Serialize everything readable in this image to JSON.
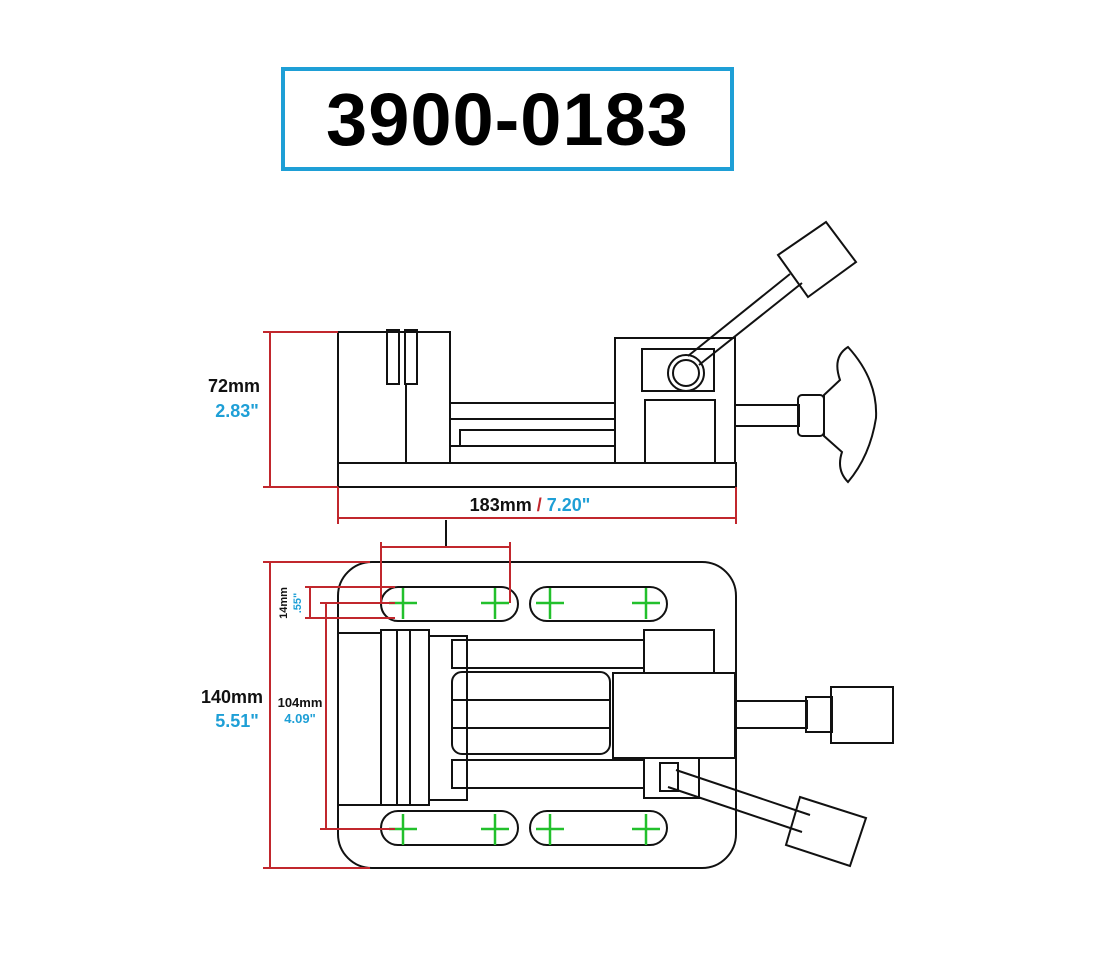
{
  "title": "3900-0183",
  "dimensions": {
    "height_mm": "72mm",
    "height_in": "2.83\"",
    "length_mm": "183mm",
    "length_sep": " / ",
    "length_in": "7.20\"",
    "width_mm": "140mm",
    "width_in": "5.51\"",
    "slot_spacing_mm": "104mm",
    "slot_spacing_in": "4.09\"",
    "slot_width_mm": "14mm",
    "slot_width_in": ".55\""
  },
  "colors": {
    "title_border": "#1e9fd6",
    "dimension_line": "#c1272d",
    "inch_text": "#1e9fd6",
    "mount_marker": "#22c02c",
    "outline": "#111111"
  }
}
